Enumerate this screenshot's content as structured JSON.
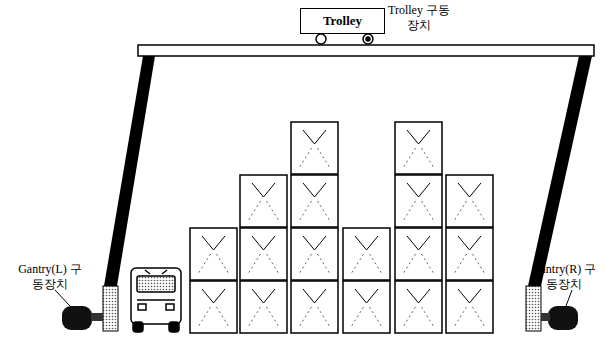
{
  "diagram": {
    "nodes": [
      {
        "text": [
          "Trolley"
        ]
      }
    ],
    "labels": [
      "Trolley 구동장치",
      "Gantry(L) 구동장치",
      "Gantry(R) 구동장치"
    ]
  }
}
